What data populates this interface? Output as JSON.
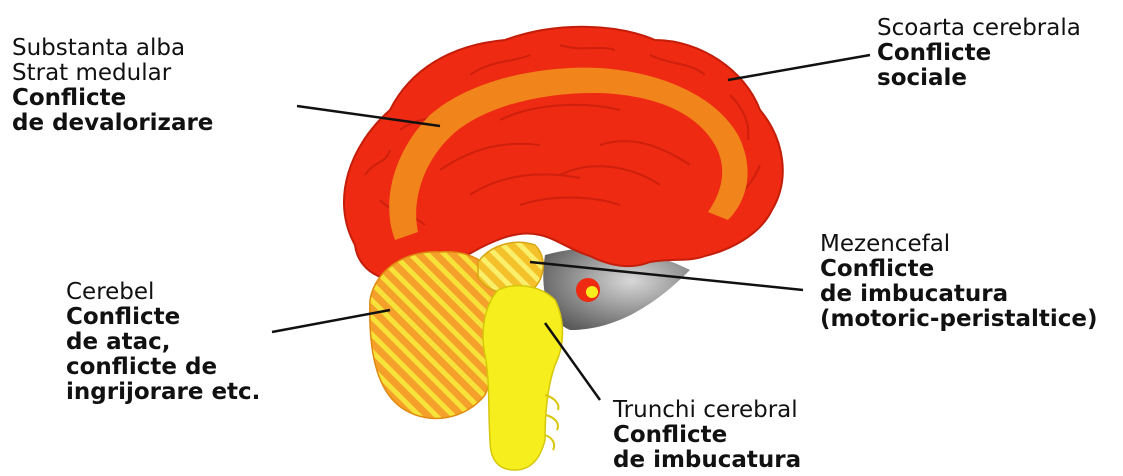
{
  "labels": {
    "white_matter": {
      "line1": "Substanta alba",
      "line2": "Strat medular",
      "line3": "Conflicte",
      "line4": "de devalorizare"
    },
    "cortex": {
      "line1": "Scoarta cerebrala",
      "line2": "Conflicte",
      "line3": "sociale"
    },
    "midbrain": {
      "line1": "Mezencefal",
      "line2": "Conflicte",
      "line3": "de imbucatura",
      "line4": "(motoric-peristaltice)"
    },
    "cerebellum": {
      "line1": "Cerebel",
      "line2": "Conflicte",
      "line3": "de atac,",
      "line4": "conflicte de",
      "line5": "ingrijorare etc."
    },
    "brainstem": {
      "line1": "Trunchi cerebral",
      "line2": "Conflicte",
      "line3": "de imbucatura"
    }
  },
  "colors": {
    "cortex_red": "#ee2a12",
    "white_matter_orange": "#f08a1c",
    "brainstem_yellow": "#f7ee1e",
    "cerebellum_orange": "#f4a02a",
    "gray_structure": "#7a7a7a",
    "leader_line": "#111111"
  }
}
